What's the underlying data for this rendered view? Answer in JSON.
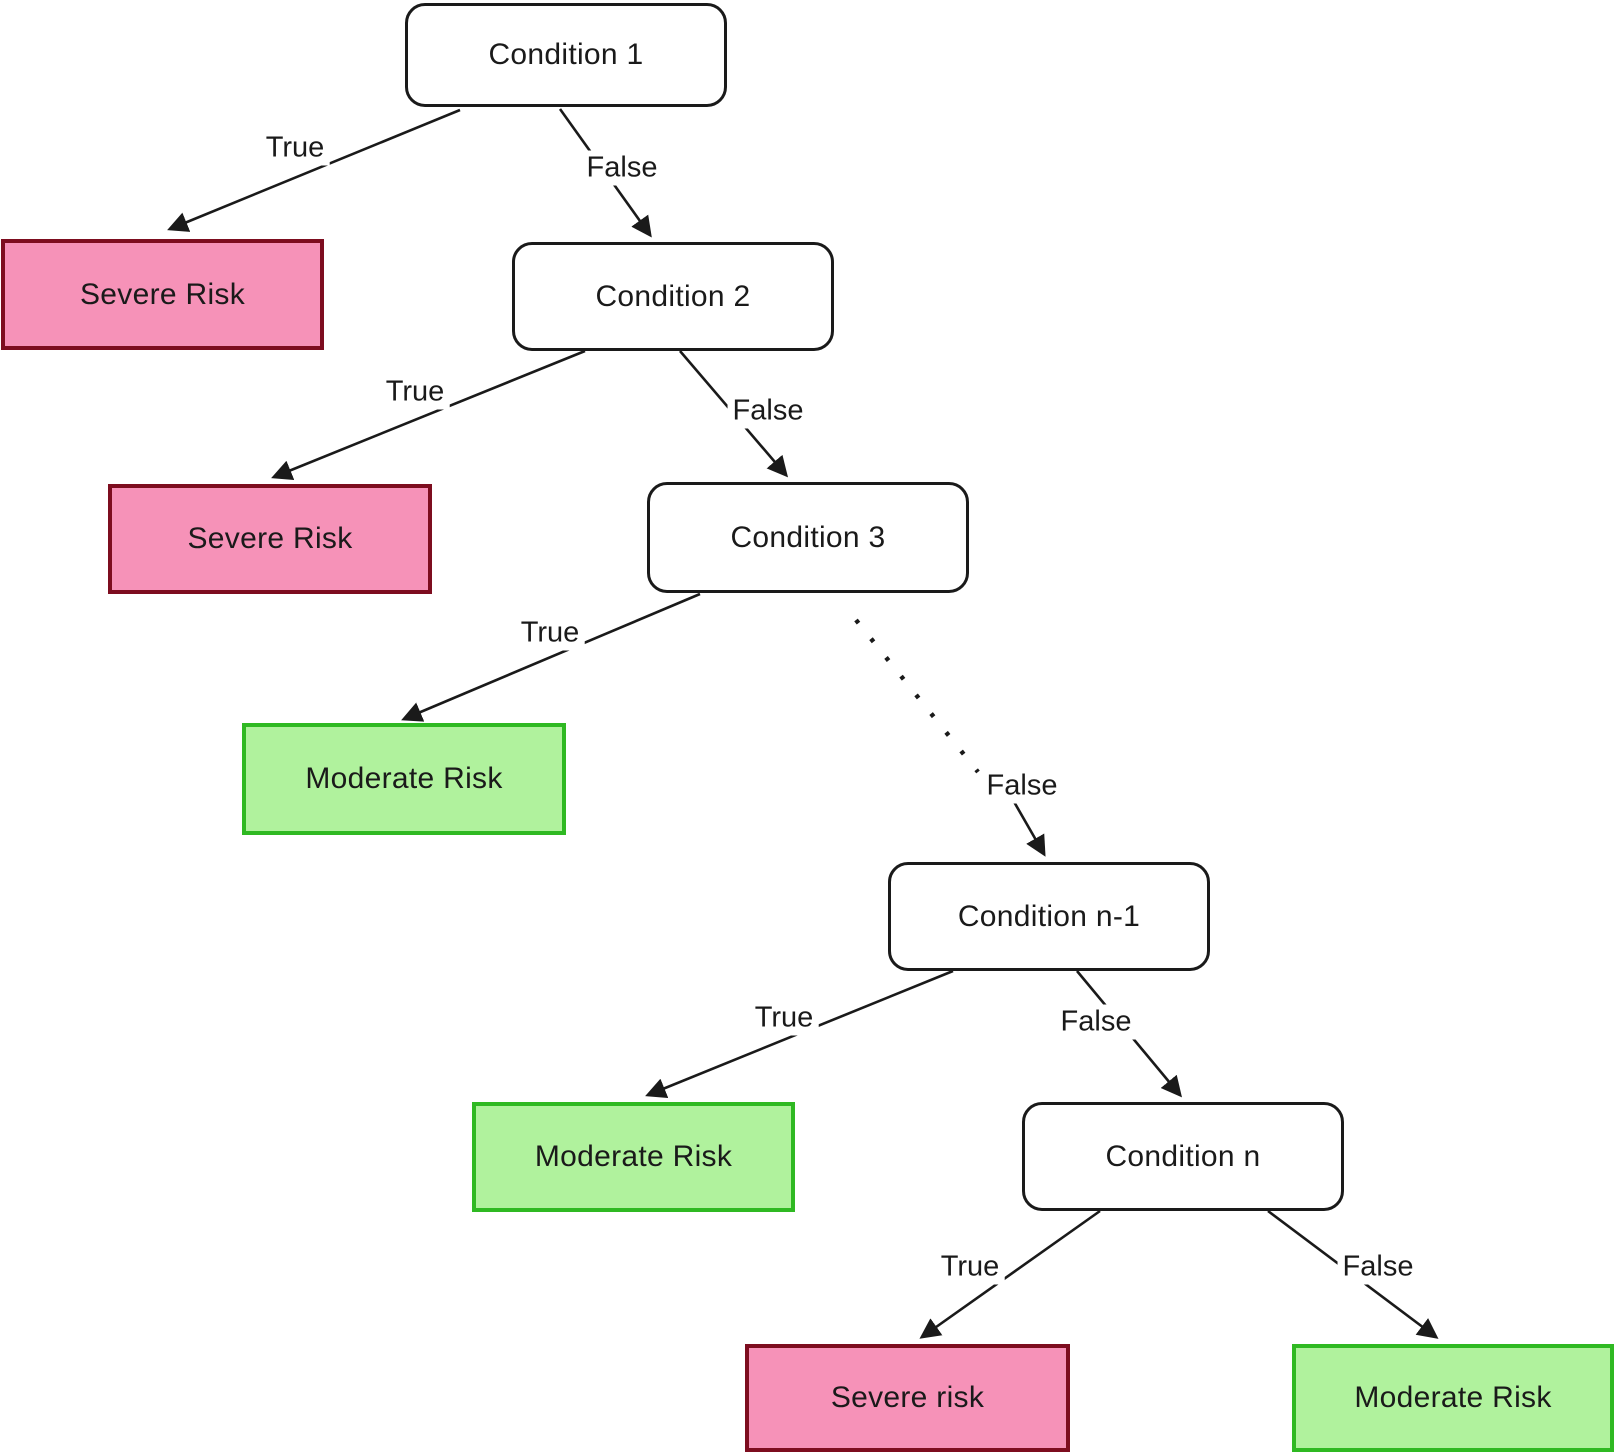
{
  "diagram": {
    "figure_type": "decision-tree-flowchart",
    "colors": {
      "condition_fill": "#ffffff",
      "condition_border": "#1a1a1a",
      "severe_fill": "#f692b8",
      "severe_border": "#7d0d1f",
      "moderate_fill": "#b0f29d",
      "moderate_border": "#2fb922",
      "line": "#1a1a1a"
    },
    "nodes": [
      {
        "id": "condition-1",
        "type": "condition",
        "label": "Condition 1"
      },
      {
        "id": "severe-risk-1",
        "type": "severe-outcome",
        "label": "Severe Risk"
      },
      {
        "id": "condition-2",
        "type": "condition",
        "label": "Condition 2"
      },
      {
        "id": "severe-risk-2",
        "type": "severe-outcome",
        "label": "Severe Risk"
      },
      {
        "id": "condition-3",
        "type": "condition",
        "label": "Condition 3"
      },
      {
        "id": "moderate-risk-1",
        "type": "moderate-outcome",
        "label": "Moderate Risk"
      },
      {
        "id": "condition-n-1",
        "type": "condition",
        "label": "Condition n-1"
      },
      {
        "id": "moderate-risk-2",
        "type": "moderate-outcome",
        "label": "Moderate Risk"
      },
      {
        "id": "condition-n",
        "type": "condition",
        "label": "Condition n"
      },
      {
        "id": "severe-risk-3",
        "type": "severe-outcome",
        "label": "Severe risk"
      },
      {
        "id": "moderate-risk-3",
        "type": "moderate-outcome",
        "label": "Moderate Risk"
      }
    ],
    "edges": [
      {
        "from": "condition-1",
        "to": "severe-risk-1",
        "label": "True",
        "style": "solid"
      },
      {
        "from": "condition-1",
        "to": "condition-2",
        "label": "False",
        "style": "solid"
      },
      {
        "from": "condition-2",
        "to": "severe-risk-2",
        "label": "True",
        "style": "solid"
      },
      {
        "from": "condition-2",
        "to": "condition-3",
        "label": "False",
        "style": "solid"
      },
      {
        "from": "condition-3",
        "to": "moderate-risk-1",
        "label": "True",
        "style": "solid"
      },
      {
        "from": "condition-3",
        "to": "condition-n-1",
        "label": "False",
        "style": "dotted-then-solid"
      },
      {
        "from": "condition-n-1",
        "to": "moderate-risk-2",
        "label": "True",
        "style": "solid"
      },
      {
        "from": "condition-n-1",
        "to": "condition-n",
        "label": "False",
        "style": "solid"
      },
      {
        "from": "condition-n",
        "to": "severe-risk-3",
        "label": "True",
        "style": "solid"
      },
      {
        "from": "condition-n",
        "to": "moderate-risk-3",
        "label": "False",
        "style": "solid"
      }
    ]
  }
}
